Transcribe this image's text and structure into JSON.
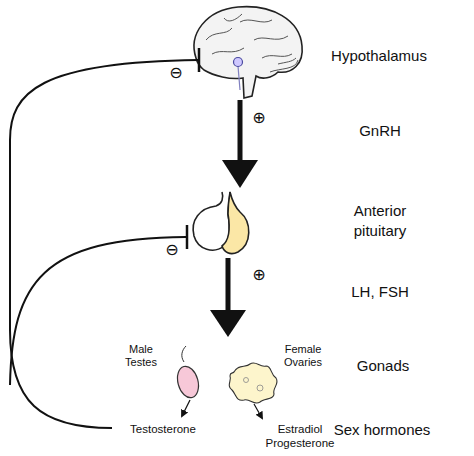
{
  "diagram": {
    "labels": [
      "Hypothalamus",
      "⊖",
      "⊕",
      "GnRH",
      "Anterior pituitary",
      "⊖",
      "⊕",
      "LH, FSH",
      "Male Testes",
      "Female Ovaries",
      "Gonads",
      "Testosterone",
      "Estradiol Progesterone",
      "Sex hormones"
    ]
  }
}
